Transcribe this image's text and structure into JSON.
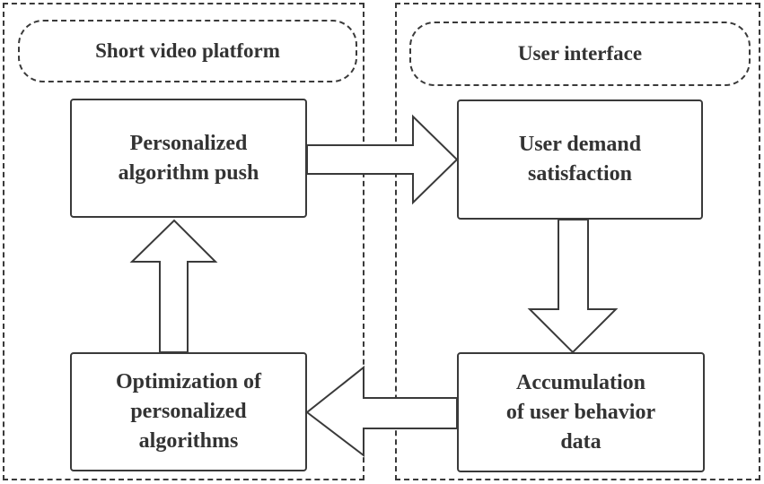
{
  "panels": {
    "left_title": "Short video platform",
    "right_title": "User interface"
  },
  "boxes": {
    "push": "Personalized\nalgorithm push",
    "demand": "User demand\nsatisfaction",
    "accumulation": "Accumulation\nof user behavior\ndata",
    "optimization": "Optimization of\npersonalized\nalgorithms"
  },
  "colors": {
    "stroke": "#3a3a3a",
    "text": "#333333",
    "background": "#ffffff"
  }
}
